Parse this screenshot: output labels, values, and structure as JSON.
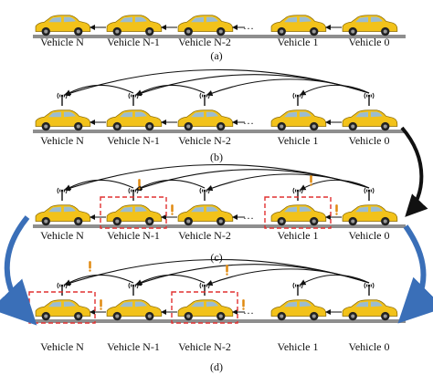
{
  "panels": [
    {
      "label": "(a)",
      "vehicle_labels": [
        "Vehicle N",
        "Vehicle N-1",
        "Vehicle N-2",
        "Vehicle 1",
        "Vehicle 0"
      ],
      "ellipsis": "…"
    },
    {
      "label": "(b)",
      "vehicle_labels": [
        "Vehicle N",
        "Vehicle N-1",
        "Vehicle N-2",
        "Vehicle 1",
        "Vehicle 0"
      ],
      "ellipsis": "…"
    },
    {
      "label": "(c)",
      "vehicle_labels": [
        "Vehicle N",
        "Vehicle N-1",
        "Vehicle N-2",
        "Vehicle 1",
        "Vehicle 0"
      ],
      "ellipsis": "…"
    },
    {
      "label": "(d)",
      "vehicle_labels": [
        "Vehicle N",
        "Vehicle N-1",
        "Vehicle N-2",
        "Vehicle 1",
        "Vehicle 0"
      ],
      "ellipsis": "…"
    }
  ],
  "colors": {
    "car_body": "#f2c21a",
    "car_outline": "#8a6a00",
    "window": "#9bbcd0",
    "road": "#8e8e8e",
    "arrow": "#111111",
    "highlight_box": "#e03030",
    "warning": "#e08a10",
    "transition_arrow": "#3a6fb8"
  },
  "icons": [
    "antenna-icon",
    "warning-icon",
    "car-icon"
  ]
}
